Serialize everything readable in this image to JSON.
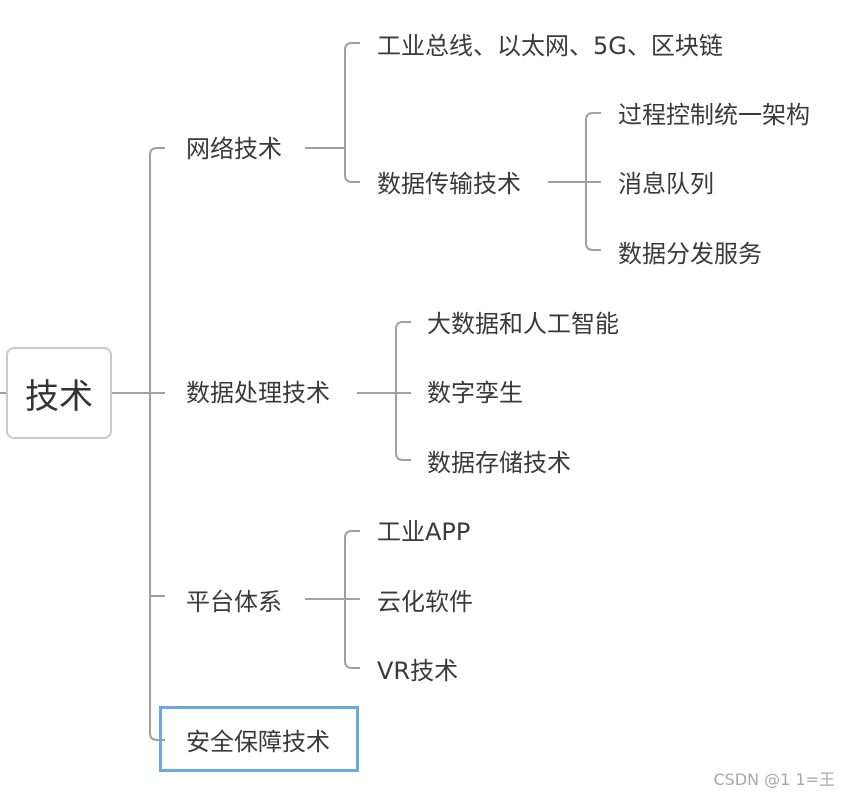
{
  "root": {
    "label": "技术"
  },
  "branches": {
    "network": {
      "label": "网络技术",
      "children": {
        "bus": "工业总线、以太网、5G、区块链",
        "transfer": {
          "label": "数据传输技术",
          "children": [
            "过程控制统一架构",
            "消息队列",
            "数据分发服务"
          ]
        }
      }
    },
    "processing": {
      "label": "数据处理技术",
      "children": [
        "大数据和人工智能",
        "数字孪生",
        "数据存储技术"
      ]
    },
    "platform": {
      "label": "平台体系",
      "children": [
        "工业APP",
        "云化软件",
        "VR技术"
      ]
    },
    "security": {
      "label": "安全保障技术"
    }
  },
  "watermark": "CSDN @1 1=王",
  "colors": {
    "line": "#a0a0a0",
    "selection": "#6aa9e3",
    "root_border": "#c9c9c9"
  }
}
